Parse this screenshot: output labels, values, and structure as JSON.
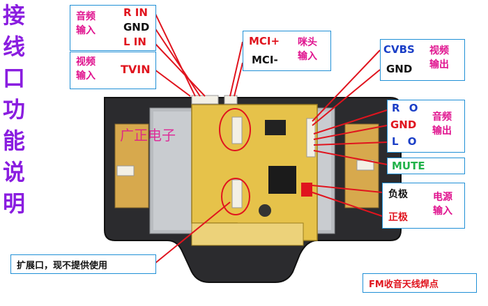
{
  "side_title_chars": [
    "接",
    "线",
    "口",
    "功",
    "能",
    "说",
    "明"
  ],
  "audio_in": {
    "label": "音频输入",
    "line1": "音频",
    "line2": "输入",
    "r": "R IN",
    "gnd": "GND",
    "l": "L IN"
  },
  "video_in": {
    "line1": "视频",
    "line2": "输入",
    "tv": "TVIN"
  },
  "mic": {
    "plus": "MCI+",
    "minus": "MCI-",
    "line1": "咪头",
    "line2": "输入"
  },
  "video_out": {
    "cvbs": "CVBS",
    "gnd": "GND",
    "line1": "视频",
    "line2": "输出"
  },
  "audio_out": {
    "r": "R O",
    "gnd": "GND",
    "l": "L O",
    "line1": "音频",
    "line2": "输出"
  },
  "mute": "MUTE",
  "power": {
    "neg": "负极",
    "pos": "正极",
    "line1": "电源",
    "line2": "输入"
  },
  "expansion": "扩展口，现不提供使用",
  "fm": "FM收音天线焊点",
  "watermark": "广正电子",
  "colors": {
    "frame": "#1f8fd6",
    "red": "#e0141e",
    "purple": "#8a1de0",
    "green": "#21b24a",
    "blue": "#1b3fc7"
  }
}
